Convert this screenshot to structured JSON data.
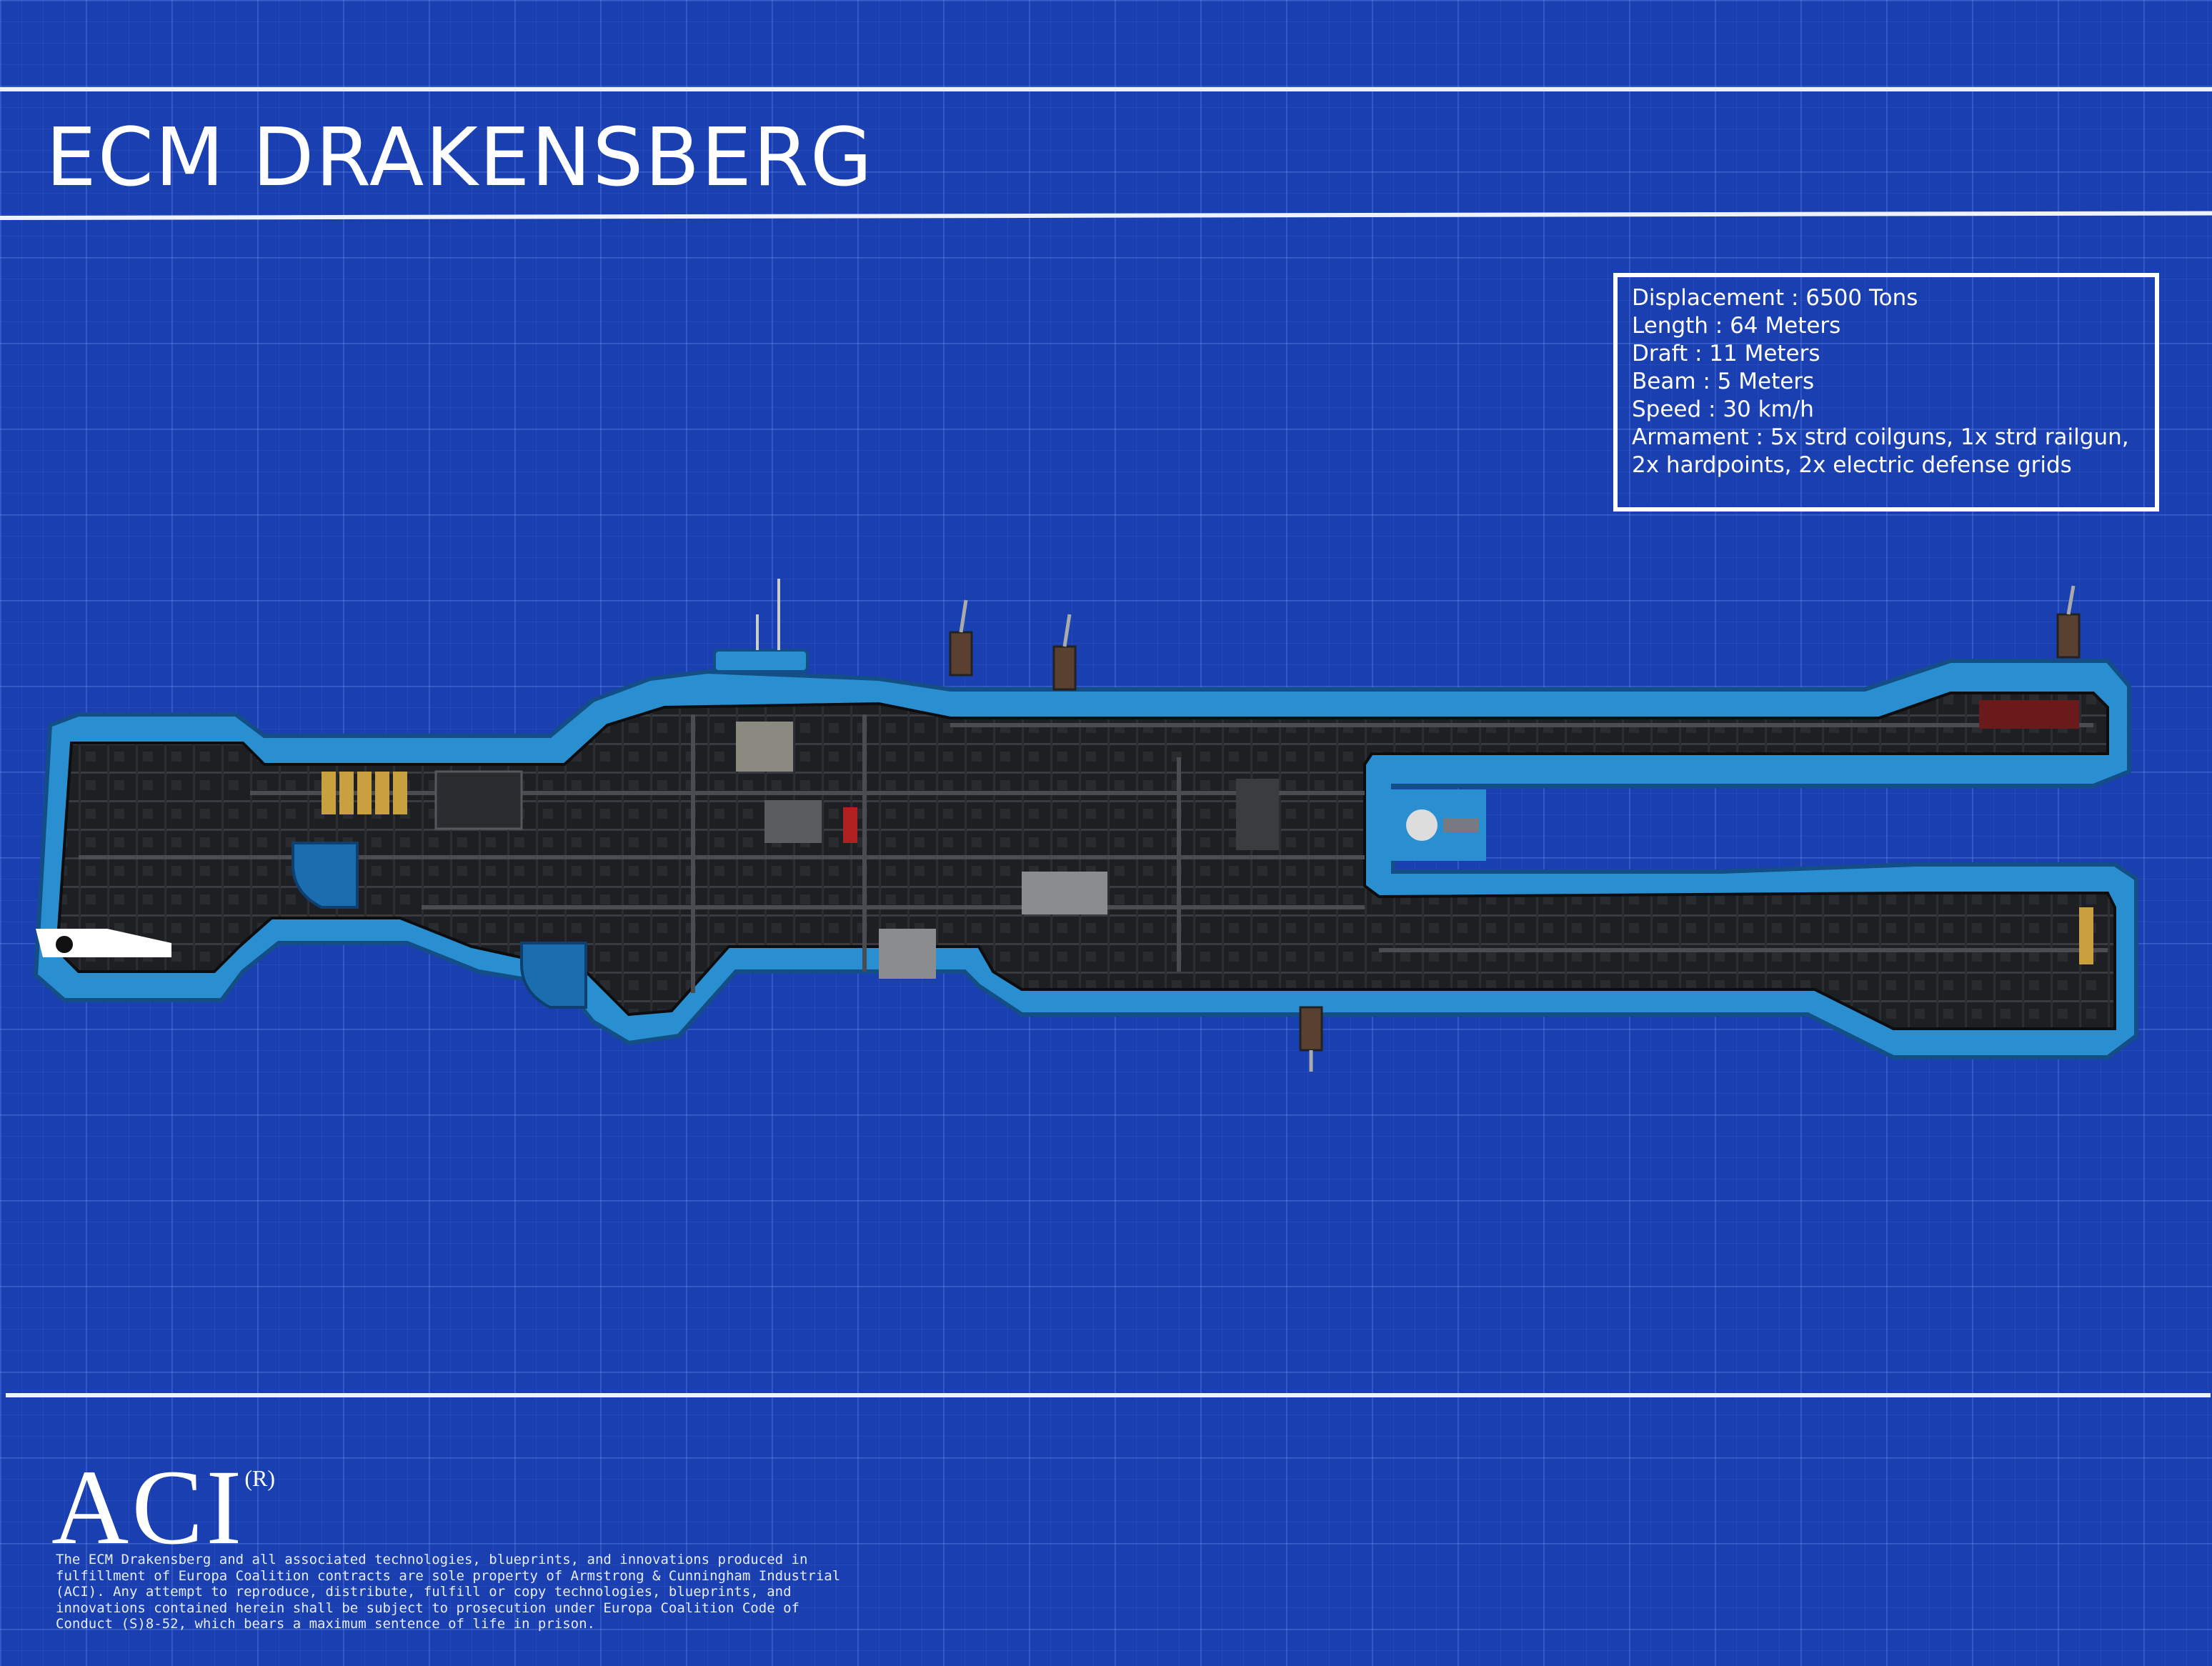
{
  "header": {
    "title": "ECM DRAKENSBERG"
  },
  "specs": [
    "Displacement : 6500 Tons",
    "Length : 64 Meters",
    "Draft : 11 Meters",
    "Beam : 5 Meters",
    "Speed : 30 km/h",
    "Armament : 5x strd coilguns, 1x strd railgun, 2x hardpoints, 2x electric defense grids"
  ],
  "footer": {
    "logo": "ACI",
    "logo_mark": "(R)",
    "legal": "The ECM Drakensberg and all associated technologies, blueprints, and innovations produced in fulfillment of Europa Coalition contracts are sole property of Armstrong & Cunningham Industrial (ACI). Any attempt to reproduce, distribute, fulfill or copy technologies, blueprints, and innovations contained herein shall be subject to prosecution under Europa Coalition Code of Conduct (S)8-52, which bears a maximum sentence of life in prison."
  },
  "colors": {
    "background": "#1a3fb0",
    "hull": "#2a8fd0",
    "interior": "#1c1c1e"
  }
}
